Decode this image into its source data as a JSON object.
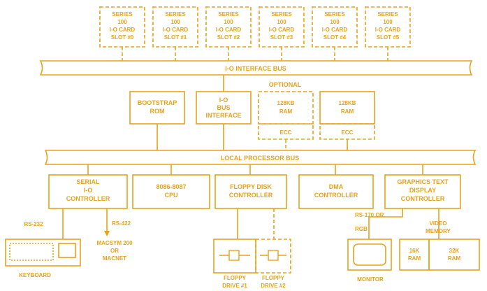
{
  "slots": [
    {
      "l1": "SERIES",
      "l2": "100",
      "l3": "I-O CARD",
      "l4": "SLOT #0"
    },
    {
      "l1": "SERIES",
      "l2": "100",
      "l3": "I-O CARD",
      "l4": "SLOT #1"
    },
    {
      "l1": "SERIES",
      "l2": "100",
      "l3": "I-O CARD",
      "l4": "SLOT #2"
    },
    {
      "l1": "SERIES",
      "l2": "100",
      "l3": "I-O CARD",
      "l4": "SLOT #3"
    },
    {
      "l1": "SERIES",
      "l2": "100",
      "l3": "I-O CARD",
      "l4": "SLOT #4"
    },
    {
      "l1": "SERIES",
      "l2": "100",
      "l3": "I-O CARD",
      "l4": "SLOT #5"
    }
  ],
  "io_bus": "I-O INTERFACE BUS",
  "local_bus": "LOCAL PROCESSOR BUS",
  "optional": "OPTIONAL",
  "bootstrap": {
    "l1": "BOOTSTRAP",
    "l2": "ROM"
  },
  "io_bus_if": {
    "l1": "I-O",
    "l2": "BUS",
    "l3": "INTERFACE"
  },
  "ram_opt": {
    "l1": "128KB",
    "l2": "RAM",
    "ecc": "ECC"
  },
  "ram_std": {
    "l1": "128KB",
    "l2": "RAM",
    "ecc": "ECC"
  },
  "serial": {
    "l1": "SERIAL",
    "l2": "I-O",
    "l3": "CONTROLLER"
  },
  "cpu": {
    "l1": "8086-8087",
    "l2": "CPU"
  },
  "floppy_ctrl": {
    "l1": "FLOPPY DISK",
    "l2": "CONTROLLER"
  },
  "dma": {
    "l1": "DMA",
    "l2": "CONTROLLER"
  },
  "gfx": {
    "l1": "GRAPHICS TEXT",
    "l2": "DISPLAY",
    "l3": "CONTROLLER"
  },
  "rs232": "RS-232",
  "rs422": "RS-422",
  "macsym": {
    "l1": "MACSYM 200",
    "l2": "OR",
    "l3": "MACNET"
  },
  "keyboard": "KEYBOARD",
  "rs170": {
    "l1": "RS-170 OR",
    "l2": "RGB"
  },
  "monitor": "MONITOR",
  "video_mem": {
    "l1": "VIDEO",
    "l2": "MEMORY"
  },
  "ram16": {
    "l1": "16K",
    "l2": "RAM"
  },
  "ram32": {
    "l1": "32K",
    "l2": "RAM"
  },
  "drive1": {
    "l1": "FLOPPY",
    "l2": "DRIVE #1"
  },
  "drive2": {
    "l1": "FLOPPY",
    "l2": "DRIVE #2"
  }
}
